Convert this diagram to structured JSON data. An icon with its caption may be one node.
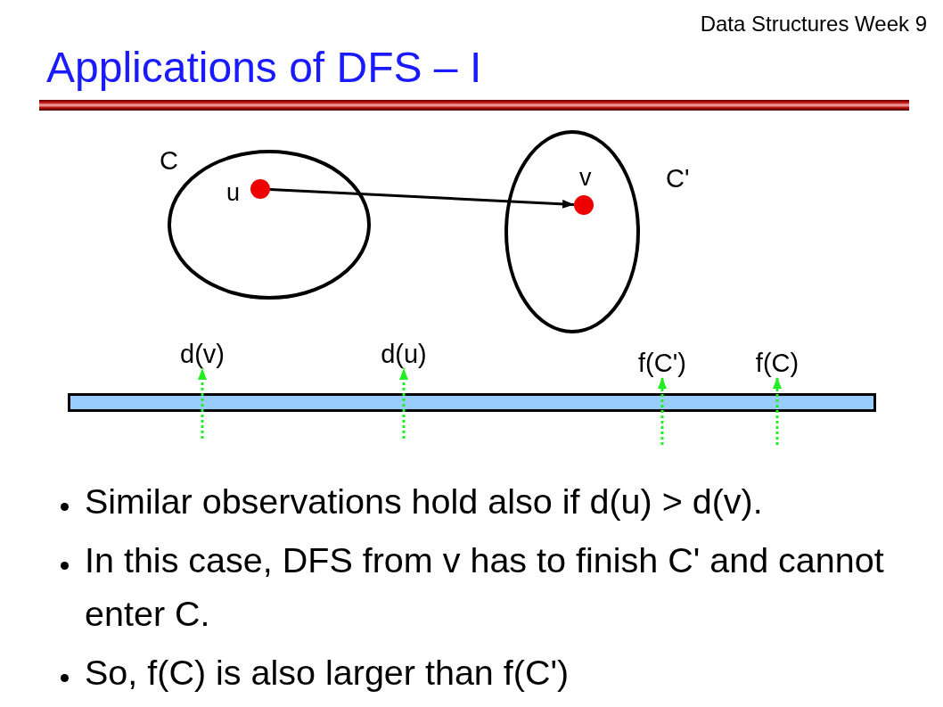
{
  "diagram": {
    "title": "Applications of DFS – I",
    "nodes": [
      {
        "text": [
          "C"
        ]
      },
      {
        "text": [
          "u"
        ],
        "in": 0
      },
      {
        "text": [
          "C'"
        ]
      },
      {
        "text": [
          "v"
        ],
        "in": 2
      },
      {
        "text": [
          "d(v)"
        ]
      },
      {
        "text": [
          "d(u)"
        ]
      },
      {
        "text": [
          "f(C')"
        ]
      },
      {
        "text": [
          "f(C)"
        ]
      },
      {
        "text": [],
        "shape": "bar"
      }
    ],
    "edges": [
      {
        "from": 1,
        "to": 3,
        "arrow": "to",
        "color": "#000000"
      },
      {
        "from": null,
        "to": 4,
        "arrow": "to",
        "style": "dashed",
        "color": "#22ee22"
      },
      {
        "from": null,
        "to": 5,
        "arrow": "to",
        "style": "dashed",
        "color": "#22ee22"
      },
      {
        "from": null,
        "to": 6,
        "arrow": "to",
        "style": "dashed",
        "color": "#22ee22"
      },
      {
        "from": null,
        "to": 7,
        "arrow": "to",
        "style": "dashed",
        "color": "#22ee22"
      }
    ],
    "labels": [
      "Data Structures Week 9",
      "Similar observations hold also if d(u) > d(v).",
      "In this case, DFS from v has to finish C' and cannot enter C.",
      "So, f(C) is also larger than f(C')"
    ]
  }
}
